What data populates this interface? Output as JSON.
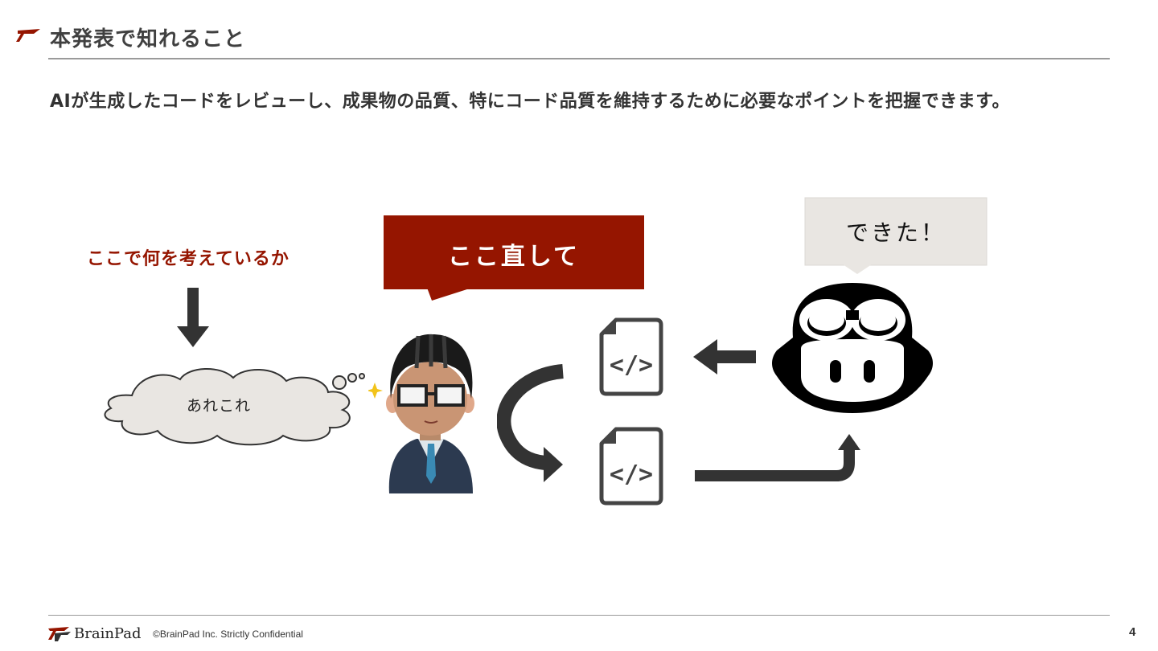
{
  "header": {
    "title": "本発表で知れること"
  },
  "lead_text": "AIが生成したコードをレビューし、成果物の品質、特にコード品質を維持するために必要なポイントを把握できます。",
  "diagram": {
    "question_label": "ここで何を考えているか",
    "thought_text": "あれこれ",
    "reviewer_speech": "ここ直して",
    "ai_speech": "できた！",
    "code_symbol": "</>"
  },
  "footer": {
    "logo_text": "BrainPad",
    "copyright": "©BrainPad Inc.  Strictly Confidential",
    "page_number": "4"
  },
  "colors": {
    "accent_red": "#951500",
    "dark_grey": "#333333",
    "bubble_grey": "#e9e6e2"
  },
  "icons": [
    "brand-slash-icon",
    "down-arrow-icon",
    "thought-cloud-icon",
    "reviewer-person-icon",
    "curved-arrow-icon",
    "code-file-icon",
    "left-arrow-icon",
    "copilot-bot-icon",
    "elbow-up-arrow-icon"
  ]
}
